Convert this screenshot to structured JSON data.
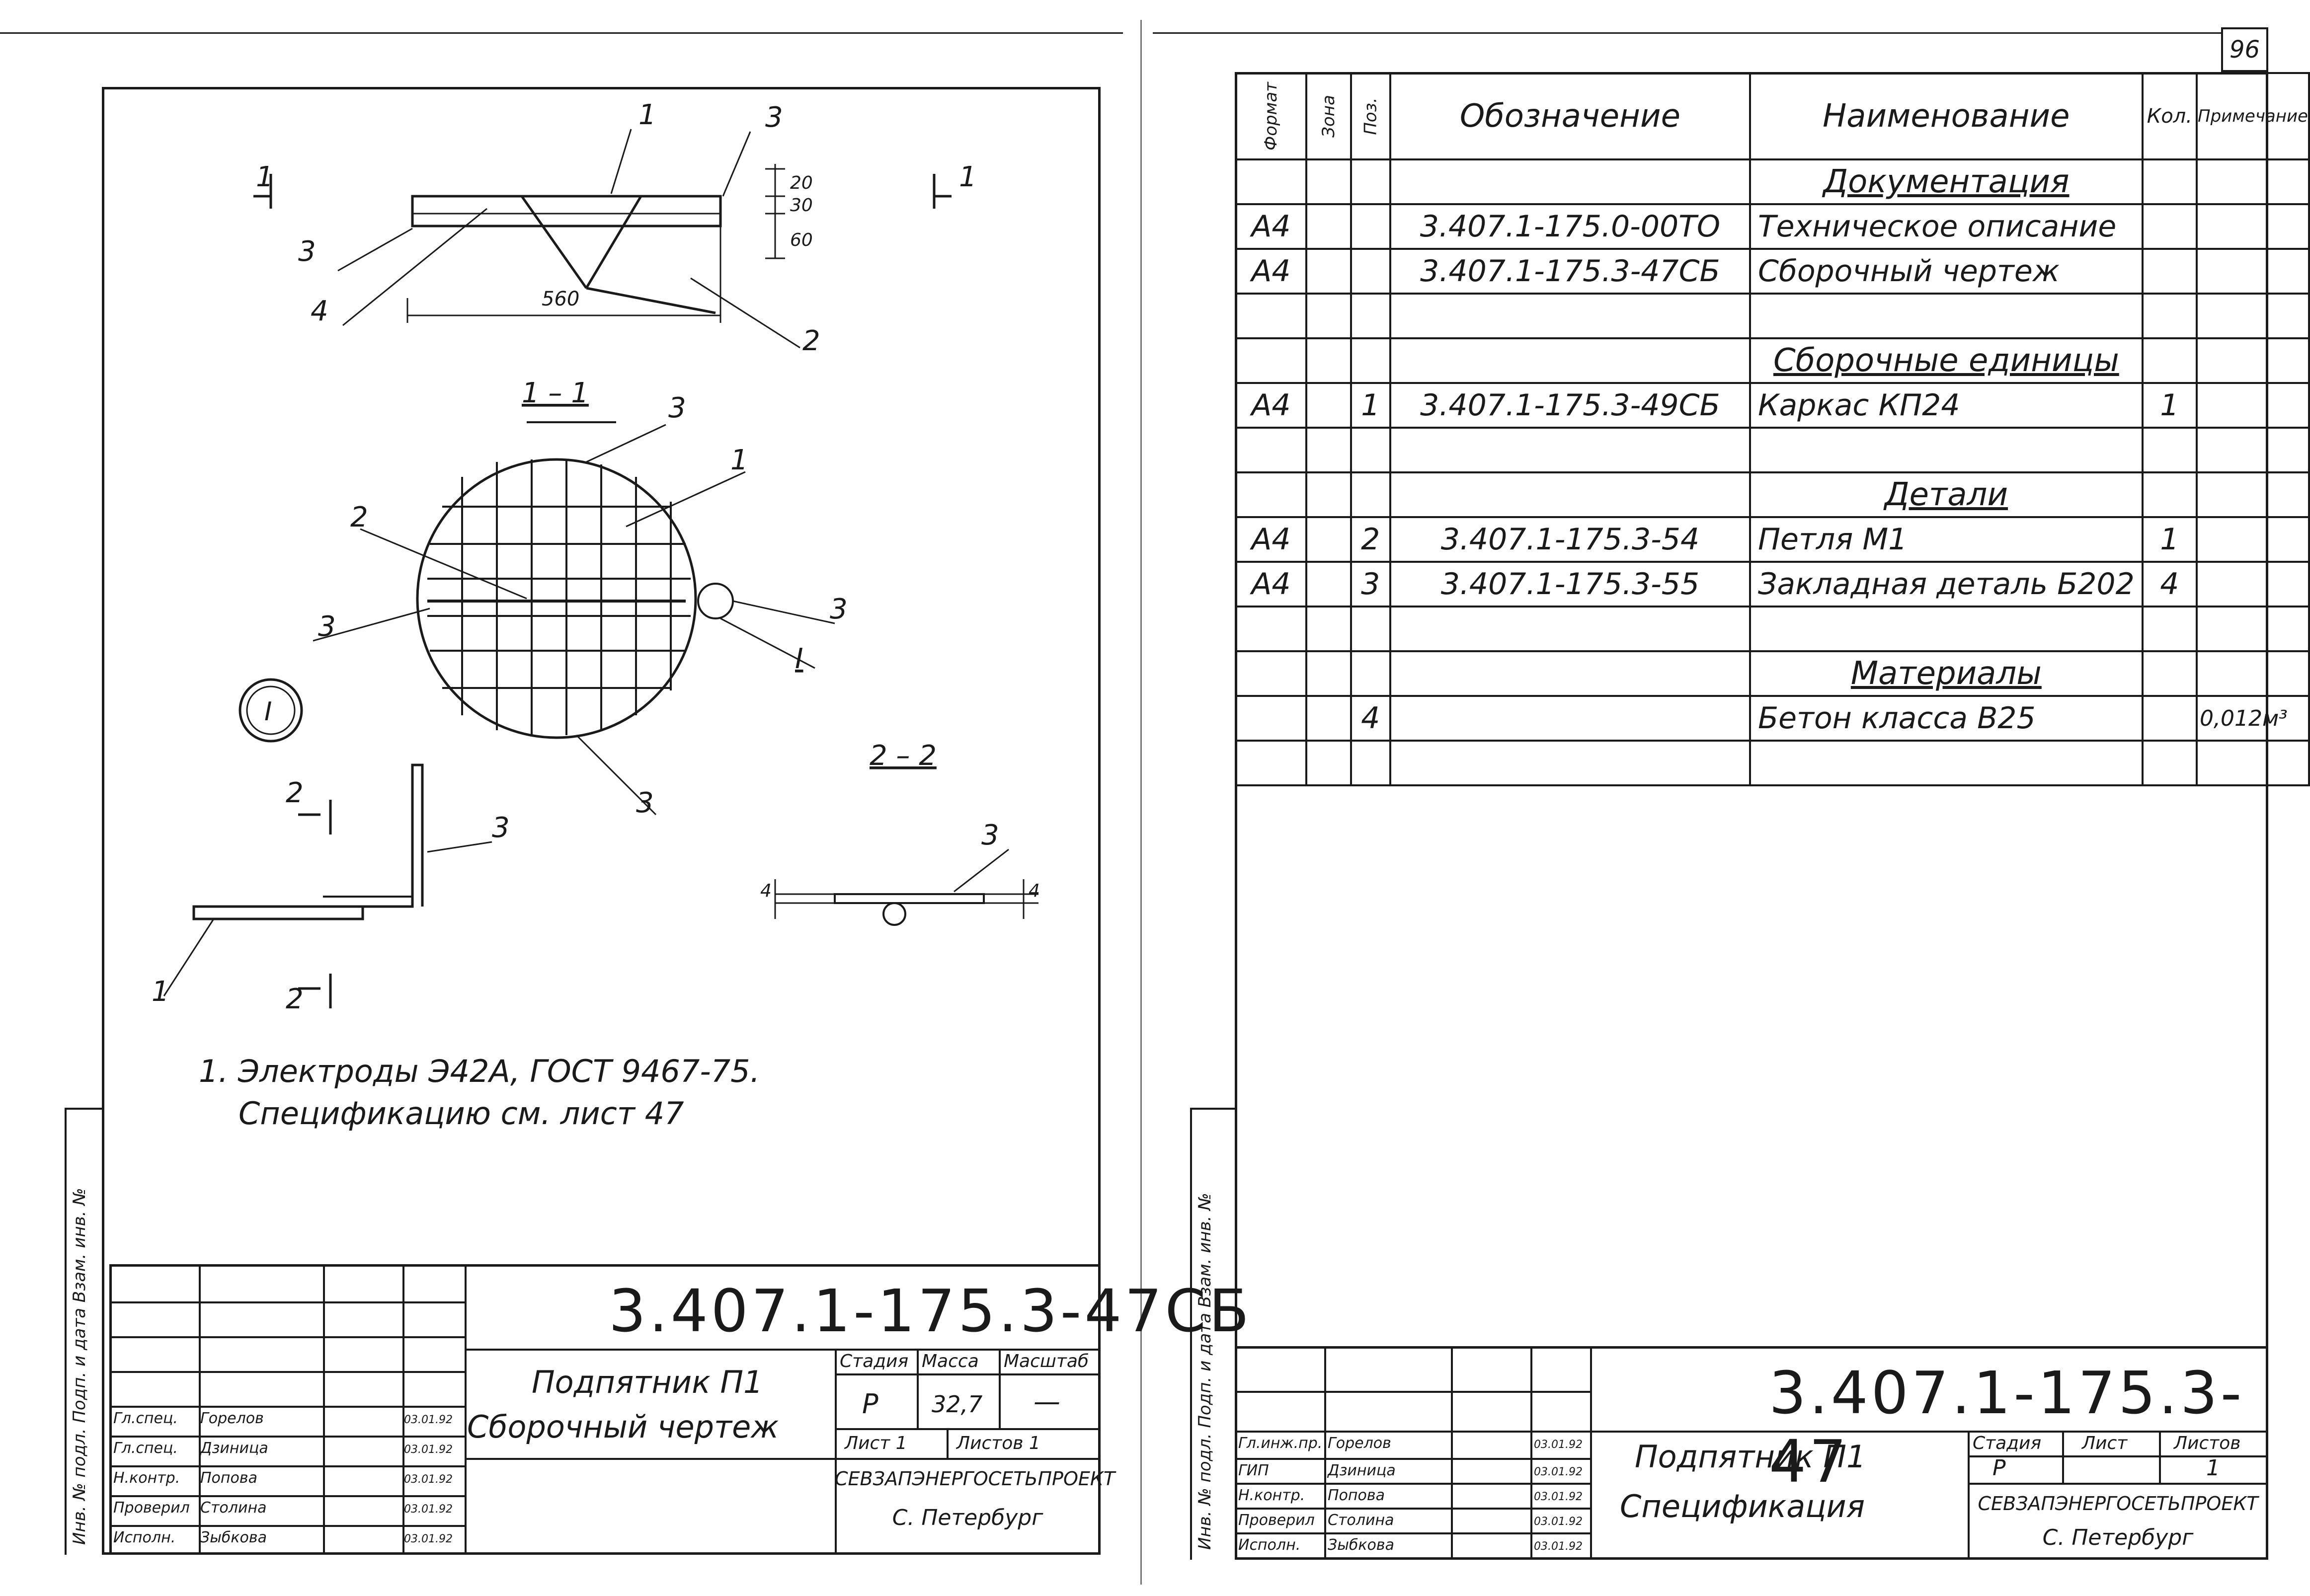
{
  "sheet_number": "96",
  "left": {
    "section_labels": {
      "top_left": "1",
      "top_right": "1",
      "section_title": "1 – 1",
      "section_2": "2 – 2",
      "cut2_top": "2",
      "cut2_bottom": "2",
      "detail_circle": "I",
      "detail_tag": "I"
    },
    "callouts": {
      "a": "1",
      "b": "3",
      "c": "3",
      "d": "4",
      "e": "2",
      "f": "3",
      "g": "1",
      "h": "2",
      "i": "3",
      "j": "3",
      "k": "3",
      "l": "3",
      "m": "1",
      "n": "3"
    },
    "dims": {
      "d20": "20",
      "d30": "30",
      "d60": "60",
      "d560": "560",
      "d4a": "4",
      "d4b": "4"
    },
    "notes": {
      "line1": "1. Электроды Э42А, ГОСТ 9467-75.",
      "line2": "Спецификацию см. лист 47"
    },
    "side_label": "Инв. № подл.   Подп. и дата   Взам. инв. №",
    "title_block": {
      "code": "3.407.1-175.3-47СБ",
      "name_line1": "Подпятник П1",
      "name_line2": "Сборочный чертеж",
      "stage_label": "Стадия",
      "mass_label": "Масса",
      "scale_label": "Масштаб",
      "stage": "Р",
      "mass": "32,7",
      "scale": "—",
      "sheet_label": "Лист 1",
      "sheets_label": "Листов 1",
      "org": "СЕВЗАПЭНЕРГОСЕТЬПРОЕКТ",
      "city": "С. Петербург",
      "signers": [
        {
          "role": "Гл.спец.",
          "name": "Горелов",
          "date": "03.01.92"
        },
        {
          "role": "Гл.спец.",
          "name": "Дзиница",
          "date": "03.01.92"
        },
        {
          "role": "Н.контр.",
          "name": "Попова",
          "date": "03.01.92"
        },
        {
          "role": "Проверил",
          "name": "Столина",
          "date": "03.01.92"
        },
        {
          "role": "Исполн.",
          "name": "Зыбкова",
          "date": "03.01.92"
        }
      ]
    }
  },
  "right": {
    "headers": {
      "format": "Формат",
      "zone": "Зона",
      "pos": "Поз.",
      "designation": "Обозначение",
      "name": "Наименование",
      "qty": "Кол.",
      "note": "Примечание"
    },
    "rows": [
      {
        "type": "section",
        "name": "Документация"
      },
      {
        "format": "А4",
        "zone": "",
        "pos": "",
        "designation": "3.407.1-175.0-00ТО",
        "name": "Техническое описание",
        "qty": "",
        "note": ""
      },
      {
        "format": "А4",
        "zone": "",
        "pos": "",
        "designation": "3.407.1-175.3-47СБ",
        "name": "Сборочный чертеж",
        "qty": "",
        "note": ""
      },
      {
        "format": "",
        "zone": "",
        "pos": "",
        "designation": "",
        "name": "",
        "qty": "",
        "note": ""
      },
      {
        "type": "section",
        "name": "Сборочные единицы"
      },
      {
        "format": "А4",
        "zone": "",
        "pos": "1",
        "designation": "3.407.1-175.3-49СБ",
        "name": "Каркас КП24",
        "qty": "1",
        "note": ""
      },
      {
        "format": "",
        "zone": "",
        "pos": "",
        "designation": "",
        "name": "",
        "qty": "",
        "note": ""
      },
      {
        "type": "section",
        "name": "Детали"
      },
      {
        "format": "А4",
        "zone": "",
        "pos": "2",
        "designation": "3.407.1-175.3-54",
        "name": "Петля М1",
        "qty": "1",
        "note": ""
      },
      {
        "format": "А4",
        "zone": "",
        "pos": "3",
        "designation": "3.407.1-175.3-55",
        "name": "Закладная деталь Б202",
        "qty": "4",
        "note": ""
      },
      {
        "format": "",
        "zone": "",
        "pos": "",
        "designation": "",
        "name": "",
        "qty": "",
        "note": ""
      },
      {
        "type": "section",
        "name": "Материалы"
      },
      {
        "format": "",
        "zone": "",
        "pos": "4",
        "designation": "",
        "name": "Бетон класса В25",
        "qty": "",
        "note": "0,012м³"
      },
      {
        "format": "",
        "zone": "",
        "pos": "",
        "designation": "",
        "name": "",
        "qty": "",
        "note": ""
      }
    ],
    "side_label": "Инв. № подл.   Подп. и дата   Взам. инв. №",
    "title_block": {
      "code": "3.407.1-175.3-47",
      "name_line1": "Подпятник П1",
      "name_line2": "Спецификация",
      "stage_label": "Стадия",
      "sheet_label": "Лист",
      "sheets_label": "Листов",
      "stage": "Р",
      "sheet": "",
      "sheets": "1",
      "org": "СЕВЗАПЭНЕРГОСЕТЬПРОЕКТ",
      "city": "С. Петербург",
      "signers": [
        {
          "role": "Гл.инж.пр.",
          "name": "Горелов",
          "date": "03.01.92"
        },
        {
          "role": "ГИП",
          "name": "Дзиница",
          "date": "03.01.92"
        },
        {
          "role": "Н.контр.",
          "name": "Попова",
          "date": "03.01.92"
        },
        {
          "role": "Проверил",
          "name": "Столина",
          "date": "03.01.92"
        },
        {
          "role": "Исполн.",
          "name": "Зыбкова",
          "date": "03.01.92"
        }
      ]
    }
  }
}
